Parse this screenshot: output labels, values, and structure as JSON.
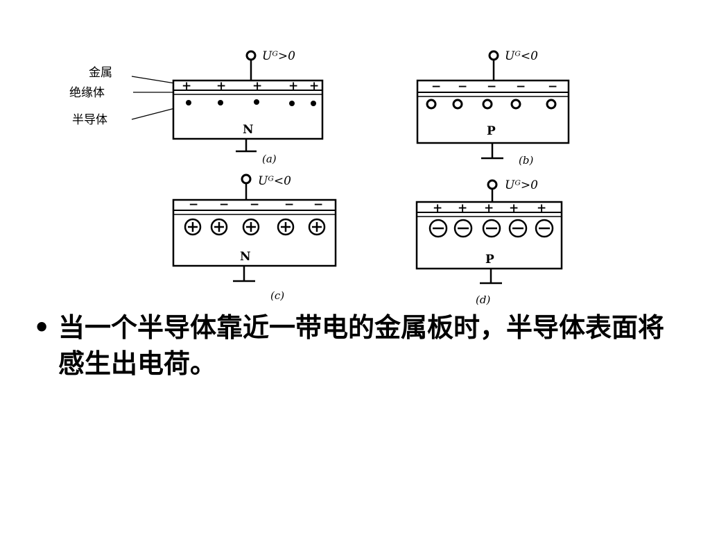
{
  "diagram": {
    "labels": {
      "metal": "金属",
      "insulator": "绝缘体",
      "semiconductor": "半导体"
    },
    "panels": [
      {
        "id": "a",
        "voltage": "Uᴳ>0",
        "type": "N",
        "caption": "(a)",
        "plate_charge": "+",
        "carrier": "dot"
      },
      {
        "id": "b",
        "voltage": "Uᴳ<0",
        "type": "P",
        "caption": "(b)",
        "plate_charge": "−",
        "carrier": "hole"
      },
      {
        "id": "c",
        "voltage": "Uᴳ<0",
        "type": "N",
        "caption": "(c)",
        "plate_charge": "−",
        "carrier": "plus-ion"
      },
      {
        "id": "d",
        "voltage": "Uᴳ>0",
        "type": "P",
        "caption": "(d)",
        "plate_charge": "+",
        "carrier": "minus-ion"
      }
    ]
  },
  "bullet": {
    "mark": "•",
    "text": "当一个半导体靠近一带电的金属板时，半导体表面将感生出电荷。"
  }
}
